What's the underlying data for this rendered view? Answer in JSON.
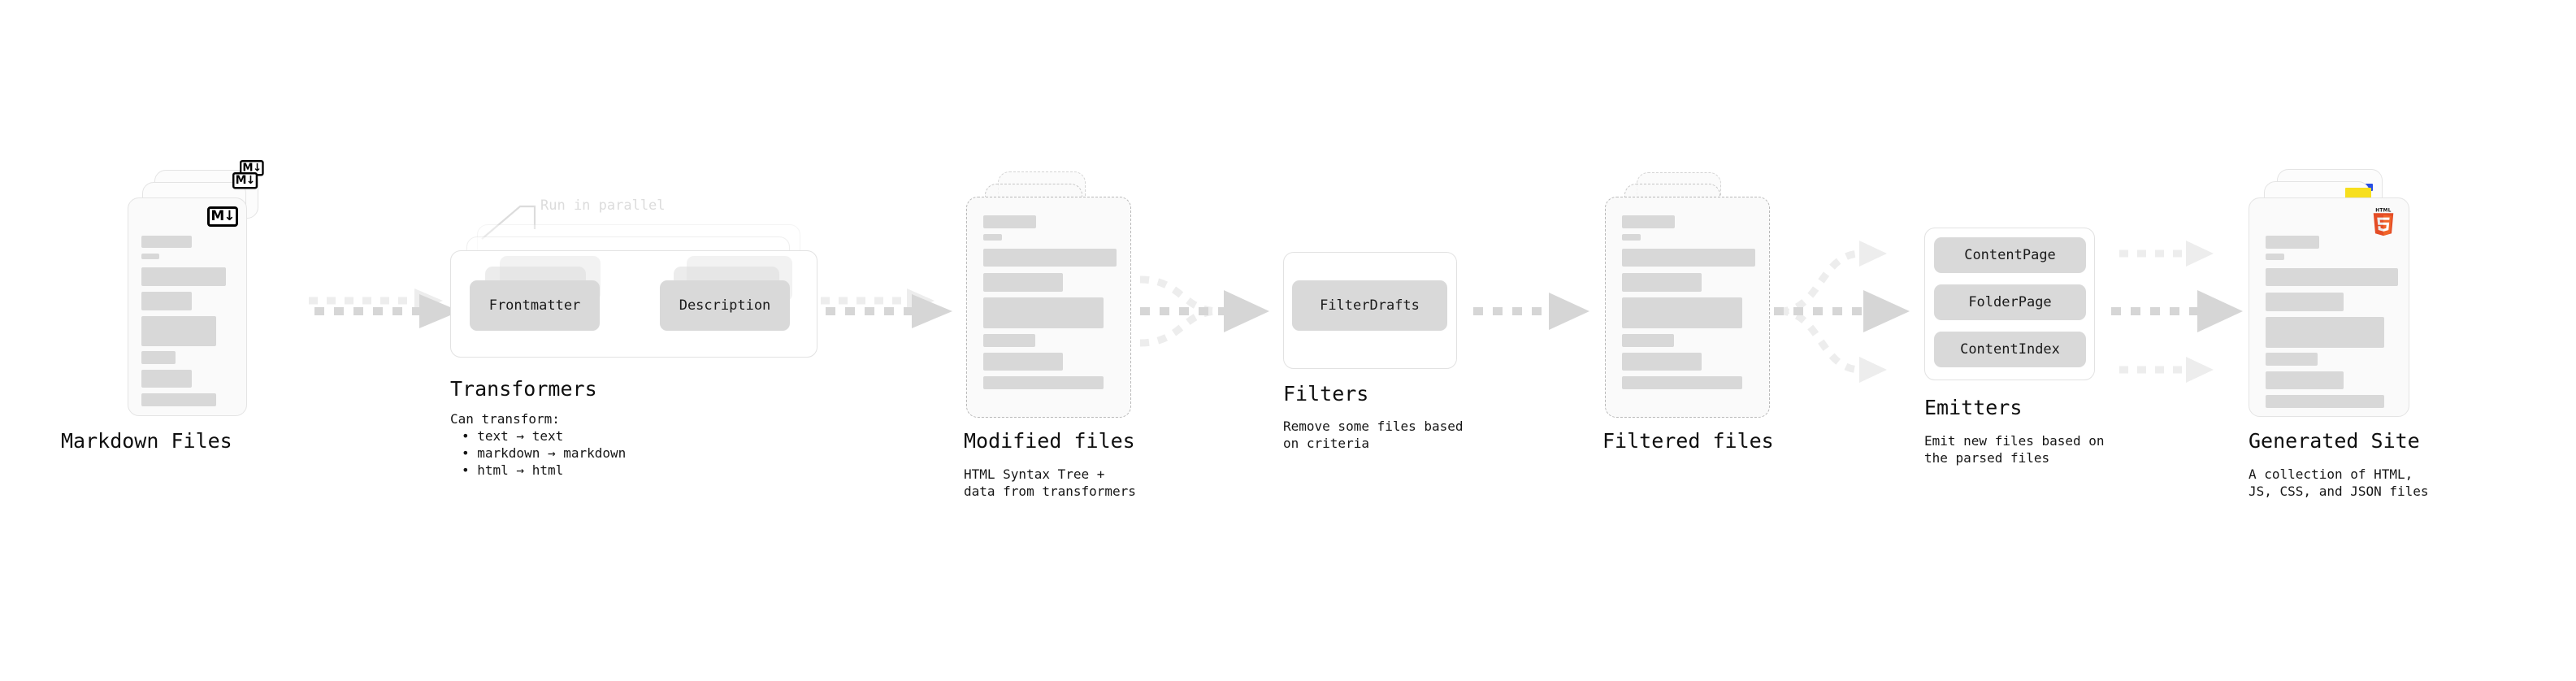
{
  "diagram": {
    "type": "pipeline-flow",
    "stages": [
      {
        "id": "markdown-files",
        "title": "Markdown Files",
        "subtitle": "",
        "icon": "markdown-icon",
        "icon_label": "M↓",
        "kind": "file-stack",
        "stack_count": 3
      },
      {
        "id": "transformers",
        "title": "Transformers",
        "subtitle": "",
        "annotation": "Run in parallel",
        "kind": "process-stack",
        "stack_count": 3,
        "chips": [
          "Frontmatter",
          "Description"
        ],
        "bullets_header": "Can transform:",
        "bullets": [
          "text → text",
          "markdown → markdown",
          "html → html"
        ]
      },
      {
        "id": "modified-files",
        "title": "Modified files",
        "subtitle": "HTML Syntax Tree +\ndata from transformers",
        "kind": "file-stack-dashed",
        "stack_count": 2
      },
      {
        "id": "filters",
        "title": "Filters",
        "subtitle": "Remove some files based\non criteria",
        "kind": "process",
        "chips": [
          "FilterDrafts"
        ]
      },
      {
        "id": "filtered-files",
        "title": "Filtered files",
        "subtitle": "",
        "kind": "file-stack-dashed",
        "stack_count": 2
      },
      {
        "id": "emitters",
        "title": "Emitters",
        "subtitle": "Emit new files based on\nthe parsed files",
        "kind": "process",
        "chips": [
          "ContentPage",
          "FolderPage",
          "ContentIndex"
        ]
      },
      {
        "id": "generated-site",
        "title": "Generated Site",
        "subtitle": "A collection of HTML,\nJS, CSS, and JSON files",
        "icon": "html5-icon",
        "icon_label": "HTML5",
        "badges": [
          "css3-icon",
          "javascript-icon"
        ],
        "kind": "file-stack",
        "stack_count": 3
      }
    ],
    "connectors": [
      {
        "id": "conn-md-to-transformers",
        "style": "dashed-arrow",
        "branches": 1,
        "from": "markdown-files",
        "to": "transformers"
      },
      {
        "id": "conn-transformers-to-modified",
        "style": "dashed-arrow",
        "branches": 1,
        "from": "transformers",
        "to": "modified-files"
      },
      {
        "id": "conn-modified-to-filters",
        "style": "dashed-arrow-converge",
        "branches": 3,
        "from": "modified-files",
        "to": "filters"
      },
      {
        "id": "conn-filters-to-filtered",
        "style": "dashed-arrow",
        "branches": 1,
        "from": "filters",
        "to": "filtered-files"
      },
      {
        "id": "conn-filtered-to-emitters",
        "style": "dashed-arrow-diverge",
        "branches": 3,
        "from": "filtered-files",
        "to": "emitters"
      },
      {
        "id": "conn-emitters-to-site",
        "style": "dashed-arrow-parallel",
        "branches": 3,
        "from": "emitters",
        "to": "generated-site"
      }
    ],
    "colors": {
      "background": "#ffffff",
      "card_fill": "#fafafa",
      "card_border": "#e4e4e4",
      "dashed_border": "#b9b9b9",
      "placeholder_line": "#d8d8d8",
      "chip_fill": "#d9d9d9",
      "text": "#0f0f0f",
      "muted_text": "#dcdcdc",
      "arrow": "#d6d6d6",
      "html5": "#e44d26",
      "css3": "#264de4",
      "javascript": "#f7df1e"
    }
  }
}
